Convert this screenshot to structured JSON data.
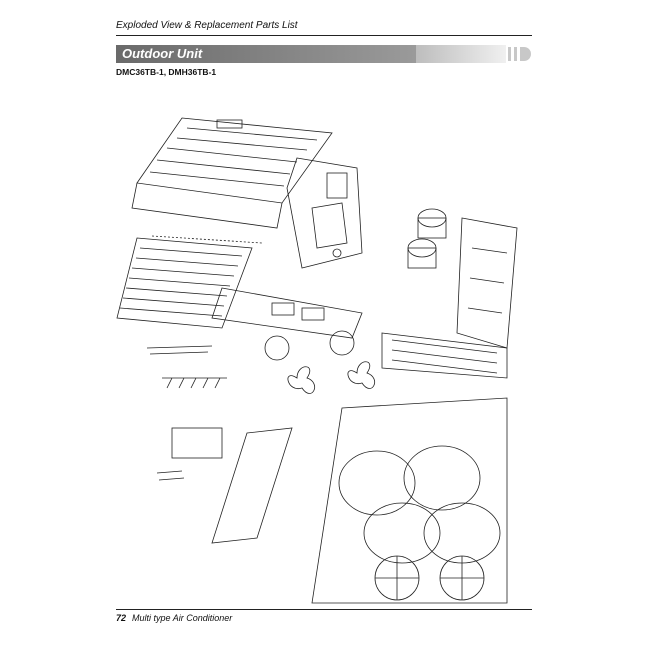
{
  "header": {
    "title": "Exploded View & Replacement Parts List"
  },
  "section": {
    "title": "Outdoor Unit"
  },
  "models": "DMC36TB-1, DMH36TB-1",
  "footer": {
    "page_number": "72",
    "doc_title": "Multi type Air Conditioner"
  }
}
